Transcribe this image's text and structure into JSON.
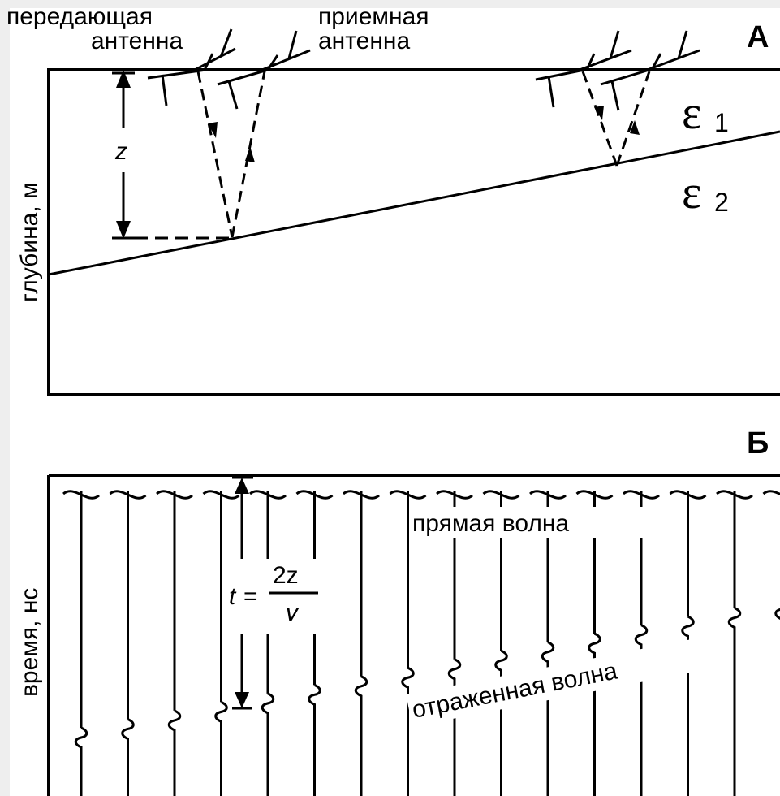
{
  "panel_a": {
    "letter": "А",
    "transmit_label_line1": "передающая",
    "transmit_label_line2": "антенна",
    "receive_label_line1": "приемная",
    "receive_label_line2": "антенна",
    "depth_axis_label": "глубина,  м",
    "depth_symbol": "z",
    "layer1_symbol": "ε",
    "layer1_subscript": "1",
    "layer2_symbol": "ε",
    "layer2_subscript": "2"
  },
  "panel_b": {
    "letter": "Б",
    "time_axis_label": "время,  нс",
    "direct_wave_label": "прямая  волна",
    "reflected_wave_label": "отраженная  волна",
    "formula_t": "t",
    "formula_equals": "=",
    "formula_numerator": "2z",
    "formula_denominator": "v",
    "trace_count": 16
  },
  "colors": {
    "background": "#ffffff",
    "frame": "#eeeeee",
    "ink": "#000000"
  }
}
